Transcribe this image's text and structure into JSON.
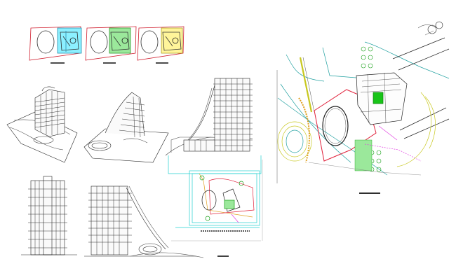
{
  "drawing": {
    "panels": [
      {
        "id": "key-plans",
        "caption": ""
      },
      {
        "id": "perspectives",
        "caption": ""
      },
      {
        "id": "elevations",
        "caption": ""
      },
      {
        "id": "section",
        "caption": ""
      },
      {
        "id": "enlarged-site-plan",
        "caption": ""
      },
      {
        "id": "master-site-plan",
        "caption": ""
      }
    ],
    "highlight_colors": {
      "cyan": "#8cf0ff",
      "green": "#9be89b",
      "yellow": "#fff59a",
      "red": "#e0203a",
      "site_green": "#18c418",
      "magenta": "#e040e0",
      "orange": "#e0a020",
      "olive": "#c8c820"
    }
  }
}
